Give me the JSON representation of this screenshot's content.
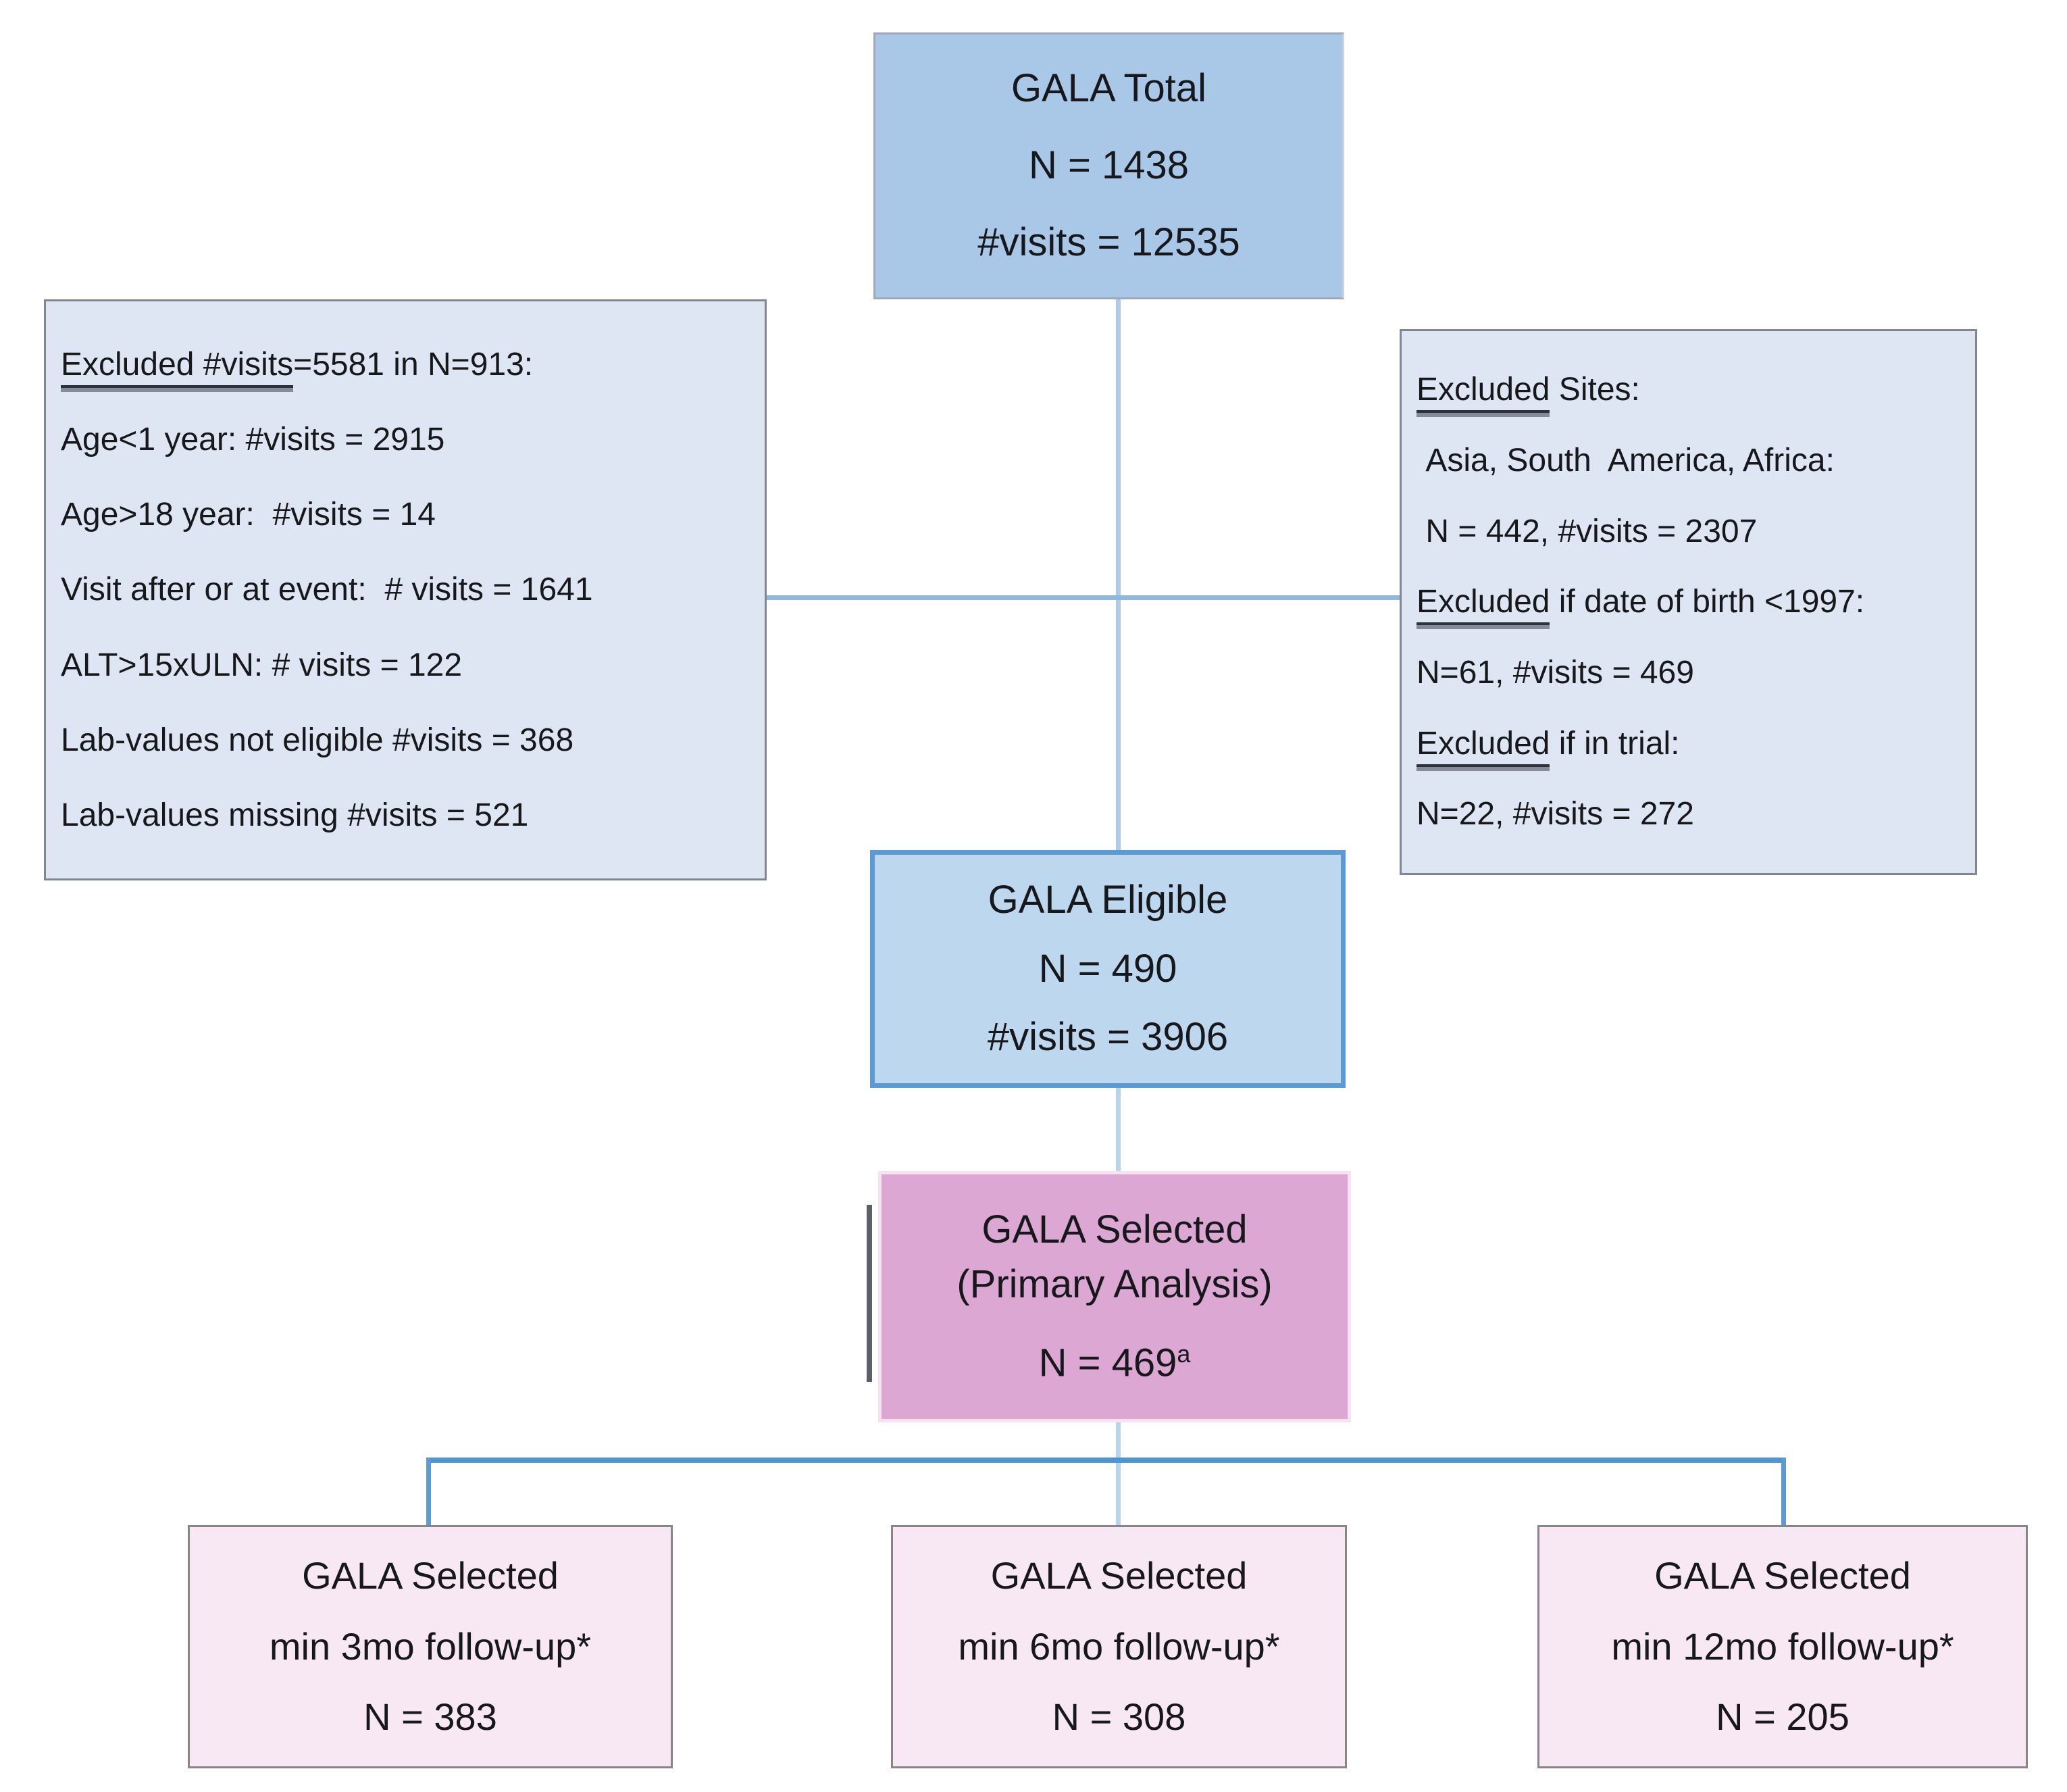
{
  "top_box": {
    "title": "GALA Total",
    "n": "N = 1438",
    "visits": "#visits = 12535"
  },
  "exclusion_left": {
    "heading_underlined": "Excluded #visits",
    "heading_rest": "=5581 in N=913:",
    "lines": [
      "Age<1 year: #visits = 2915",
      "Age>18 year:  #visits = 14",
      "Visit after or at event:  # visits = 1641",
      "ALT>15xULN: # visits = 122",
      "Lab-values not eligible #visits = 368",
      "Lab-values missing #visits = 521"
    ]
  },
  "exclusion_right": {
    "sections": [
      {
        "underlined": "Excluded",
        "rest": " Sites:",
        "lines": [
          " Asia, South  America, Africa:",
          " N = 442, #visits = 2307"
        ]
      },
      {
        "underlined": "Excluded",
        "rest": " if date of birth <1997:",
        "lines": [
          "N=61, #visits = 469"
        ]
      },
      {
        "underlined": "Excluded",
        "rest": " if in trial:",
        "lines": [
          "N=22, #visits = 272"
        ]
      }
    ]
  },
  "eligible_box": {
    "title": "GALA Eligible",
    "n": "N = 490",
    "visits": "#visits = 3906"
  },
  "primary_box": {
    "title": "GALA Selected",
    "subtitle": "(Primary Analysis)",
    "n": "N = 469",
    "n_superscript": "a"
  },
  "followup_boxes": [
    {
      "title": "GALA Selected",
      "subtitle": "min 3mo follow-up*",
      "n": "N = 383"
    },
    {
      "title": "GALA Selected",
      "subtitle": "min 6mo follow-up*",
      "n": "N = 308"
    },
    {
      "title": "GALA Selected",
      "subtitle": "min 12mo follow-up*",
      "n": "N = 205"
    }
  ],
  "colors": {
    "box_total_fill": "#a9c7e7",
    "box_side_fill": "#dde6f2",
    "box_eligible_fill": "#bdd7ee",
    "box_eligible_border": "#5b9bd5",
    "box_primary_fill": "#dca7d3",
    "box_followup_fill": "#f8e8f3",
    "connector_strong": "#4f94d4",
    "connector_light": "#aecbe9"
  }
}
